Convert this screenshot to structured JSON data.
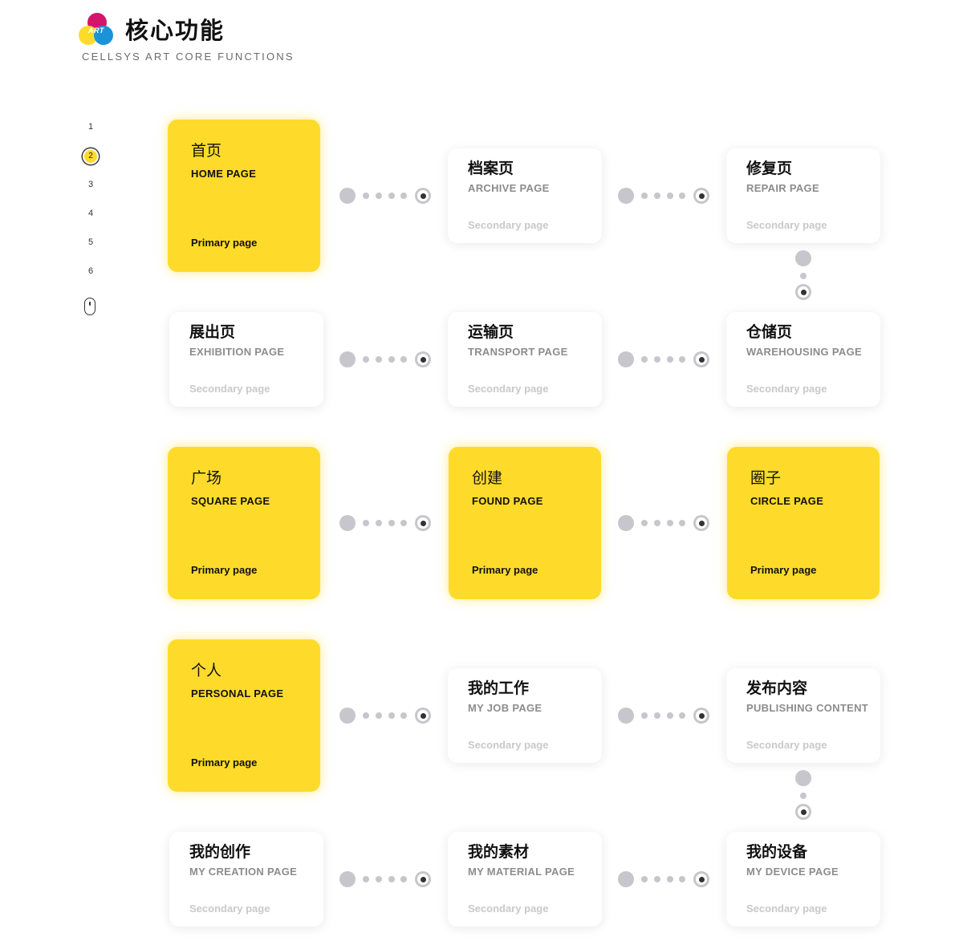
{
  "header": {
    "logo_text": "ART",
    "title": "核心功能",
    "subtitle": "CELLSYS ART CORE FUNCTIONS",
    "colors": {
      "magenta": "#d5146b",
      "yellow": "#fedb2a",
      "blue": "#1a93d8"
    }
  },
  "pager": {
    "items": [
      "1",
      "2",
      "3",
      "4",
      "5",
      "6"
    ],
    "active": "2"
  },
  "cards": {
    "home": {
      "cn": "首页",
      "en": "HOME PAGE",
      "tag": "Primary page"
    },
    "archive": {
      "cn": "档案页",
      "en": "ARCHIVE PAGE",
      "tag": "Secondary page"
    },
    "repair": {
      "cn": "修复页",
      "en": "REPAIR PAGE",
      "tag": "Secondary page"
    },
    "exhibition": {
      "cn": "展出页",
      "en": "EXHIBITION PAGE",
      "tag": "Secondary page"
    },
    "transport": {
      "cn": "运输页",
      "en": "TRANSPORT PAGE",
      "tag": "Secondary page"
    },
    "warehousing": {
      "cn": "仓储页",
      "en": "WAREHOUSING PAGE",
      "tag": "Secondary page"
    },
    "square": {
      "cn": "广场",
      "en": "SQUARE PAGE",
      "tag": "Primary page"
    },
    "found": {
      "cn": "创建",
      "en": "FOUND PAGE",
      "tag": "Primary page"
    },
    "circle": {
      "cn": "圈子",
      "en": "CIRCLE PAGE",
      "tag": "Primary page"
    },
    "personal": {
      "cn": "个人",
      "en": "PERSONAL PAGE",
      "tag": "Primary page"
    },
    "myjob": {
      "cn": "我的工作",
      "en": "MY JOB PAGE",
      "tag": "Secondary page"
    },
    "publishing": {
      "cn": "发布内容",
      "en": "PUBLISHING CONTENT",
      "tag": "Secondary page"
    },
    "creation": {
      "cn": "我的创作",
      "en": "MY CREATION PAGE",
      "tag": "Secondary page"
    },
    "material": {
      "cn": "我的素材",
      "en": "MY MATERIAL PAGE",
      "tag": "Secondary page"
    },
    "device": {
      "cn": "我的设备",
      "en": "MY DEVICE PAGE",
      "tag": "Secondary page"
    }
  },
  "theme": {
    "primary_card_color": "#fedb2a",
    "secondary_card_color": "#ffffff",
    "connector_color": "#c6c6cc"
  }
}
